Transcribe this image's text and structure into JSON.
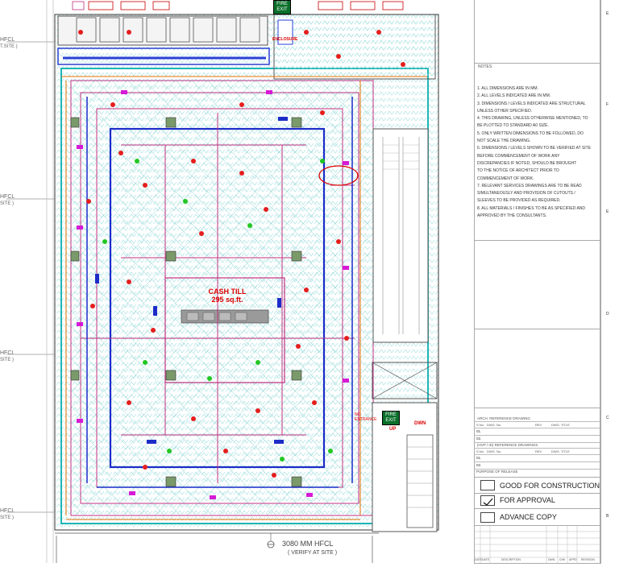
{
  "hfcl_labels": [
    {
      "main": "HFCL",
      "sub": "T.SITE )"
    },
    {
      "main": "HFCL",
      "sub": "SITE )"
    },
    {
      "main": "HFCL",
      "sub": "SITE )"
    },
    {
      "main": "HFCL",
      "sub": "SITE )"
    }
  ],
  "plan": {
    "cash_till": "CASH TILL",
    "cash_area": "295 sq.ft.",
    "fire_exit_top": "FIRE EXIT",
    "fire_exit_right": "FIRE EXIT",
    "enclosure": "ENCLOSURE",
    "no_entrance": "NO ENTRANCE",
    "up": "UP",
    "dwn": "DWN",
    "bottom_dim": "3080 MM HFCL",
    "bottom_dim_sub": "( VERIFY AT SITE )"
  },
  "notes": {
    "heading": "NOTES",
    "lines": [
      "1. ALL DIMENSIONS ARE IN MM.",
      "2. ALL LEVELS INDICATED ARE IN MM.",
      "3. DIMENSIONS / LEVELS INDICATED ARE STRUCTURAL",
      "    UNLESS  OTHER SPECIFIED.",
      "4. THIS DRAWING, UNLESS OTHERWISE MENTIONED,  TO",
      "    BE  PLOTTED TO STANDARD A0 SIZE.",
      "5. ONLY WRITTEN DIMENSIONS TO BE FOLLOWED, DO",
      "    NOT  SCALE THE DRAWING.",
      "6. DIMENSIONS / LEVELS SHOWN TO BE VERIFIED AT SITE",
      "    BEFORE COMMENCEMENT OF WORK ANY",
      "    DISCREPANCIES IF       NOTED, SHOULD BE BROUGHT",
      "    TO THE NOTICE OF ARCHITECT      PRIOR TO",
      "    COMMENCEMENT OF WORK.",
      "7. RELEVANT SERVICES DRAWINGS ARE TO BE READ",
      "    SIMULTANEOUSLY AND PROVISION OF CUTOUTS /",
      "    SLEEVES  TO BE PROVIDED AS REQUIRED.",
      "8. ALL MATERIALS / FINISHES TO BE AS SPECIFIED AND",
      "    APPROVED BY THE CONSULTANTS."
    ]
  },
  "reference_tables": [
    {
      "title": "ARCH. REFERENCE DRAWING",
      "cols": [
        "S.No.",
        "DWG. No.",
        "REV",
        "DWG. TITLE"
      ],
      "rows": [
        "01.",
        "02."
      ]
    },
    {
      "title": "(HVP / ID) REFERENCE DRAWINGS",
      "cols": [
        "S.No.",
        "DWG. No.",
        "REV",
        "DWG. TITLE"
      ],
      "rows": [
        "01.",
        "02."
      ]
    }
  ],
  "purpose_heading": "PURPOSE OF RELEASE",
  "release_options": [
    {
      "label": "GOOD FOR CONSTRUCTION",
      "checked": false
    },
    {
      "label": "FOR APPROVAL",
      "checked": true
    },
    {
      "label": "ADVANCE COPY",
      "checked": false
    }
  ],
  "border_letters": [
    "E",
    "F",
    "E",
    "D",
    "C",
    "B"
  ],
  "footer_cells": [
    "DATE",
    "DATE",
    "DESCRIPTION",
    "DWN",
    "CHK",
    "APPD",
    "REVISION"
  ]
}
